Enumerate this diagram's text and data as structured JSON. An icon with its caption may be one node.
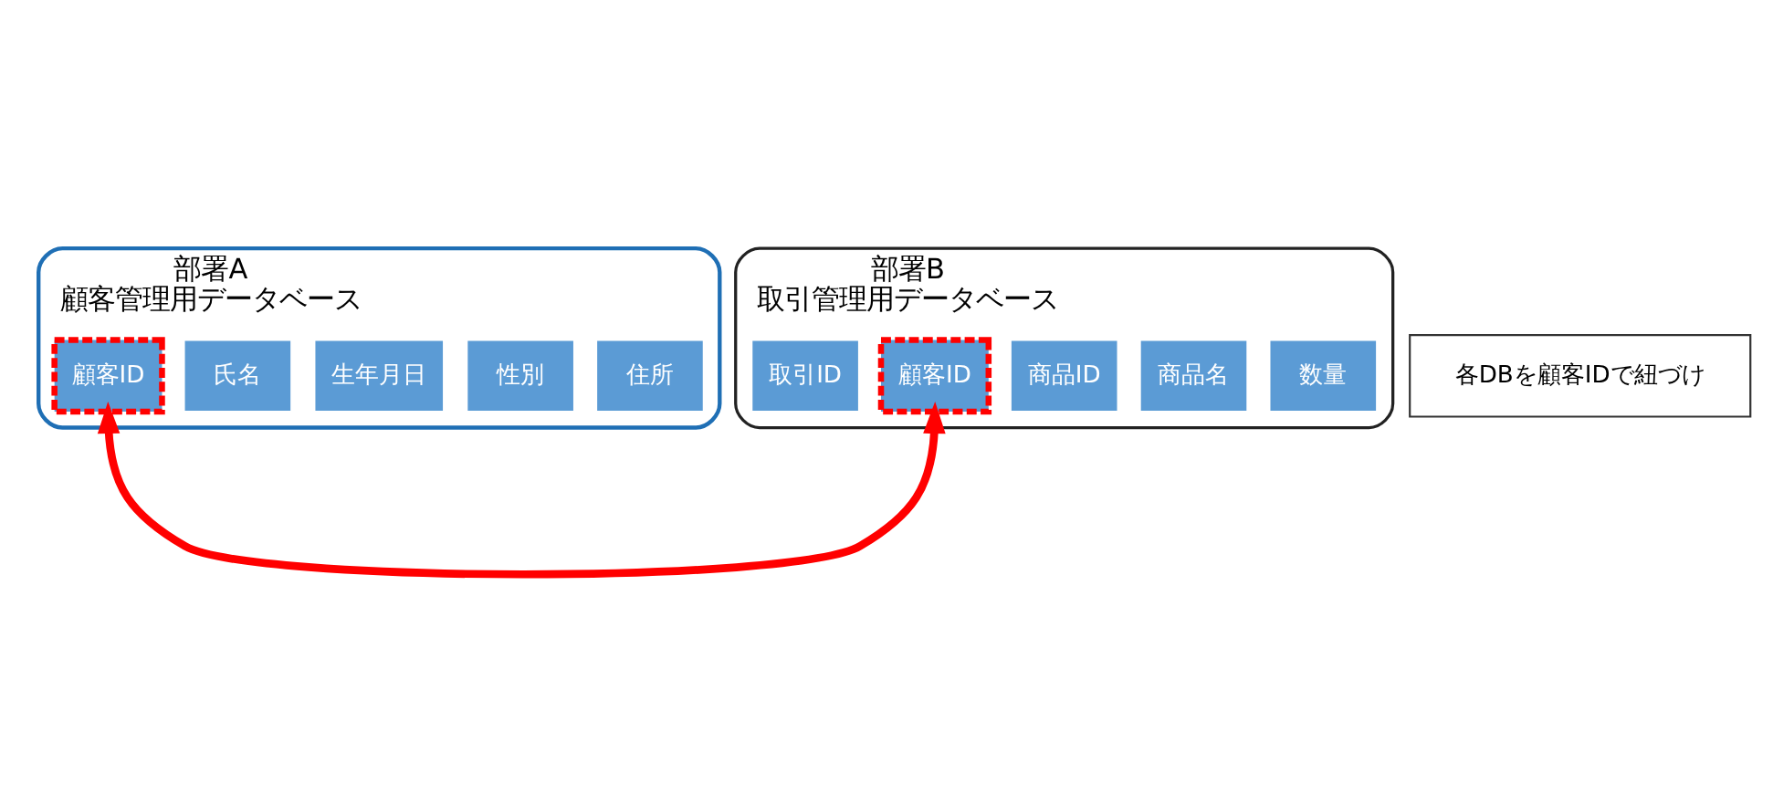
{
  "diagram": {
    "nodes": [
      {
        "text": [
          "部署A",
          "顧客管理用データベース"
        ]
      },
      {
        "text": [
          "顧客ID"
        ],
        "in": 0
      },
      {
        "text": [
          "氏名"
        ],
        "in": 0
      },
      {
        "text": [
          "生年月日"
        ],
        "in": 0
      },
      {
        "text": [
          "性別"
        ],
        "in": 0
      },
      {
        "text": [
          "住所"
        ],
        "in": 0
      },
      {
        "text": [
          "部署B",
          "取引管理用データベース"
        ]
      },
      {
        "text": [
          "取引ID"
        ],
        "in": 6
      },
      {
        "text": [
          "顧客ID"
        ],
        "in": 6
      },
      {
        "text": [
          "商品ID"
        ],
        "in": 6
      },
      {
        "text": [
          "商品名"
        ],
        "in": 6
      },
      {
        "text": [
          "数量"
        ],
        "in": 6
      },
      {
        "text": [
          "各DBを顧客IDで紐づけ"
        ]
      }
    ],
    "edges": [
      {
        "from": 1,
        "to": 8,
        "arrow": "both",
        "color": "#ff0000"
      }
    ]
  }
}
